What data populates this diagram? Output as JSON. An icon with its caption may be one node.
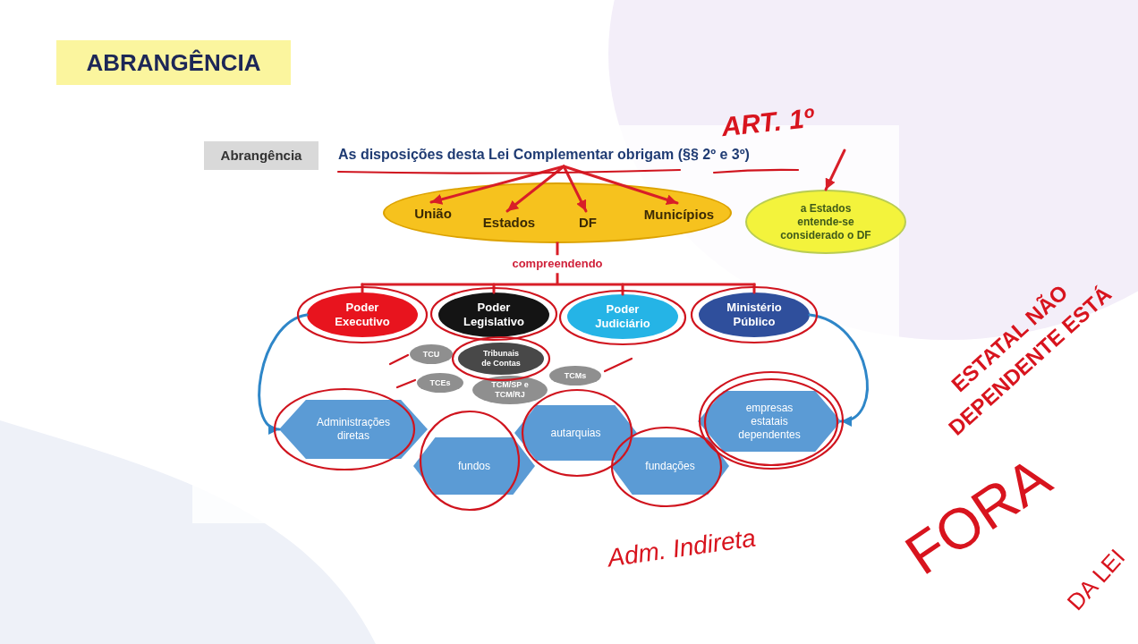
{
  "diagram": {
    "title": "ABRANGÊNCIA",
    "nodes": [
      {
        "text": [
          "Abrangência"
        ]
      },
      {
        "text": [
          "As disposições desta Lei Complementar obrigam (§§ 2º e 3º)"
        ]
      },
      {
        "text": [],
        "shape": "ellipse"
      },
      {
        "text": [
          "União"
        ],
        "in": 2
      },
      {
        "text": [
          "Estados"
        ],
        "in": 2
      },
      {
        "text": [
          "DF"
        ],
        "in": 2
      },
      {
        "text": [
          "Municípios"
        ],
        "in": 2
      },
      {
        "text": [
          "a Estados entende-se considerado o DF"
        ]
      },
      {
        "text": [
          "Poder Executivo"
        ]
      },
      {
        "text": [
          "Poder Legislativo"
        ]
      },
      {
        "text": [
          "Poder Judiciário"
        ]
      },
      {
        "text": [
          "Ministério Público"
        ]
      },
      {
        "text": [
          "TCU"
        ]
      },
      {
        "text": [
          "Tribunais de Contas"
        ]
      },
      {
        "text": [
          "TCEs"
        ]
      },
      {
        "text": [
          "TCMs"
        ]
      },
      {
        "text": [
          "TCM/SP e TCM/RJ"
        ]
      },
      {
        "text": [
          "Administrações diretas"
        ]
      },
      {
        "text": [
          "fundos"
        ]
      },
      {
        "text": [
          "autarquias"
        ]
      },
      {
        "text": [
          "fundações"
        ]
      },
      {
        "text": [
          "empresas estatais dependentes"
        ]
      }
    ],
    "edges": [
      {
        "from": 1,
        "to": 3,
        "arrow": "to"
      },
      {
        "from": 1,
        "to": 4,
        "arrow": "to"
      },
      {
        "from": 1,
        "to": 5,
        "arrow": "to"
      },
      {
        "from": 1,
        "to": 6,
        "arrow": "to"
      },
      {
        "from": null,
        "to": 7,
        "arrow": "to"
      },
      {
        "from": 2,
        "to": 8,
        "arrow": "none",
        "label": "compreendendo"
      },
      {
        "from": 2,
        "to": 9,
        "arrow": "none"
      },
      {
        "from": 2,
        "to": 10,
        "arrow": "none"
      },
      {
        "from": 2,
        "to": 11,
        "arrow": "none"
      },
      {
        "from": 8,
        "to": 17,
        "arrow": "to",
        "color": "#2e86c8"
      },
      {
        "from": 11,
        "to": 21,
        "arrow": "to",
        "color": "#2e86c8"
      }
    ],
    "labels": [
      "ART. 1º",
      "ESTATAL NÃO DEPENDENTE ESTÁ",
      "FORA",
      "DA LEI",
      "Adm. Indireta"
    ]
  }
}
